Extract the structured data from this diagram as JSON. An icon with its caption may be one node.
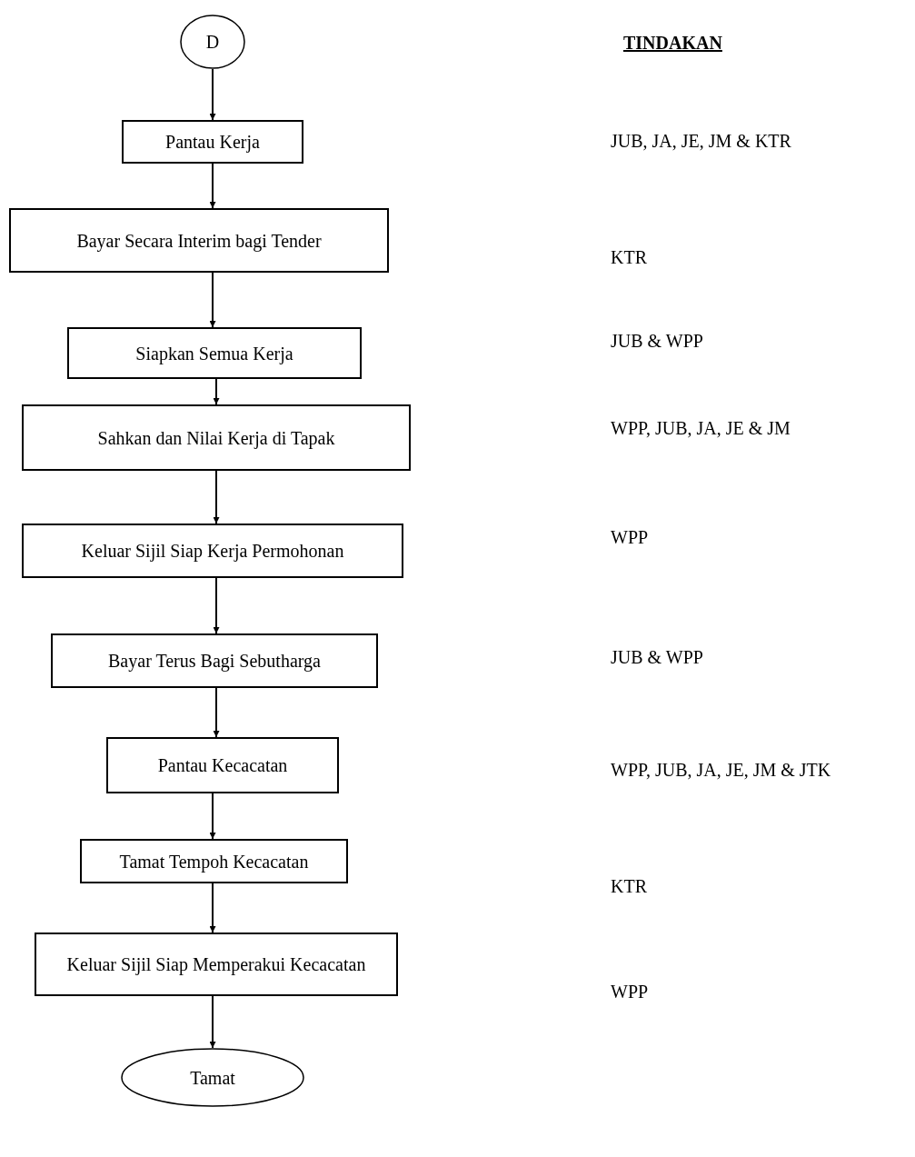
{
  "diagram": {
    "nodes": [
      {
        "text": [
          "D"
        ]
      },
      {
        "text": [
          "Pantau Kerja"
        ]
      },
      {
        "text": [
          "Bayar Secara Interim bagi Tender"
        ]
      },
      {
        "text": [
          "Siapkan Semua Kerja"
        ]
      },
      {
        "text": [
          "Sahkan dan Nilai Kerja di Tapak"
        ]
      },
      {
        "text": [
          "Keluar Sijil Siap Kerja Permohonan"
        ]
      },
      {
        "text": [
          "Bayar Terus Bagi Sebutharga"
        ]
      },
      {
        "text": [
          "Pantau Kecacatan"
        ]
      },
      {
        "text": [
          "Tamat Tempoh Kecacatan"
        ]
      },
      {
        "text": [
          "Keluar Sijil Siap Memperakui Kecacatan"
        ]
      },
      {
        "text": [
          "Tamat"
        ]
      }
    ],
    "edges": [
      {
        "from": 0,
        "to": 1,
        "arrow": "to"
      },
      {
        "from": 1,
        "to": 2,
        "arrow": "to"
      },
      {
        "from": 2,
        "to": 3,
        "arrow": "to"
      },
      {
        "from": 3,
        "to": 4,
        "arrow": "to"
      },
      {
        "from": 4,
        "to": 5,
        "arrow": "to"
      },
      {
        "from": 5,
        "to": 6,
        "arrow": "to"
      },
      {
        "from": 6,
        "to": 7,
        "arrow": "to"
      },
      {
        "from": 7,
        "to": 8,
        "arrow": "to"
      },
      {
        "from": 8,
        "to": 9,
        "arrow": "to"
      },
      {
        "from": 9,
        "to": 10,
        "arrow": "to"
      }
    ],
    "labels": [
      "TINDAKAN",
      "JUB, JA, JE, JM & KTR",
      "KTR",
      "JUB & WPP",
      "WPP, JUB, JA, JE & JM",
      "WPP",
      "JUB & WPP",
      "WPP, JUB, JA, JE, JM & JTK",
      "KTR",
      "WPP"
    ]
  }
}
